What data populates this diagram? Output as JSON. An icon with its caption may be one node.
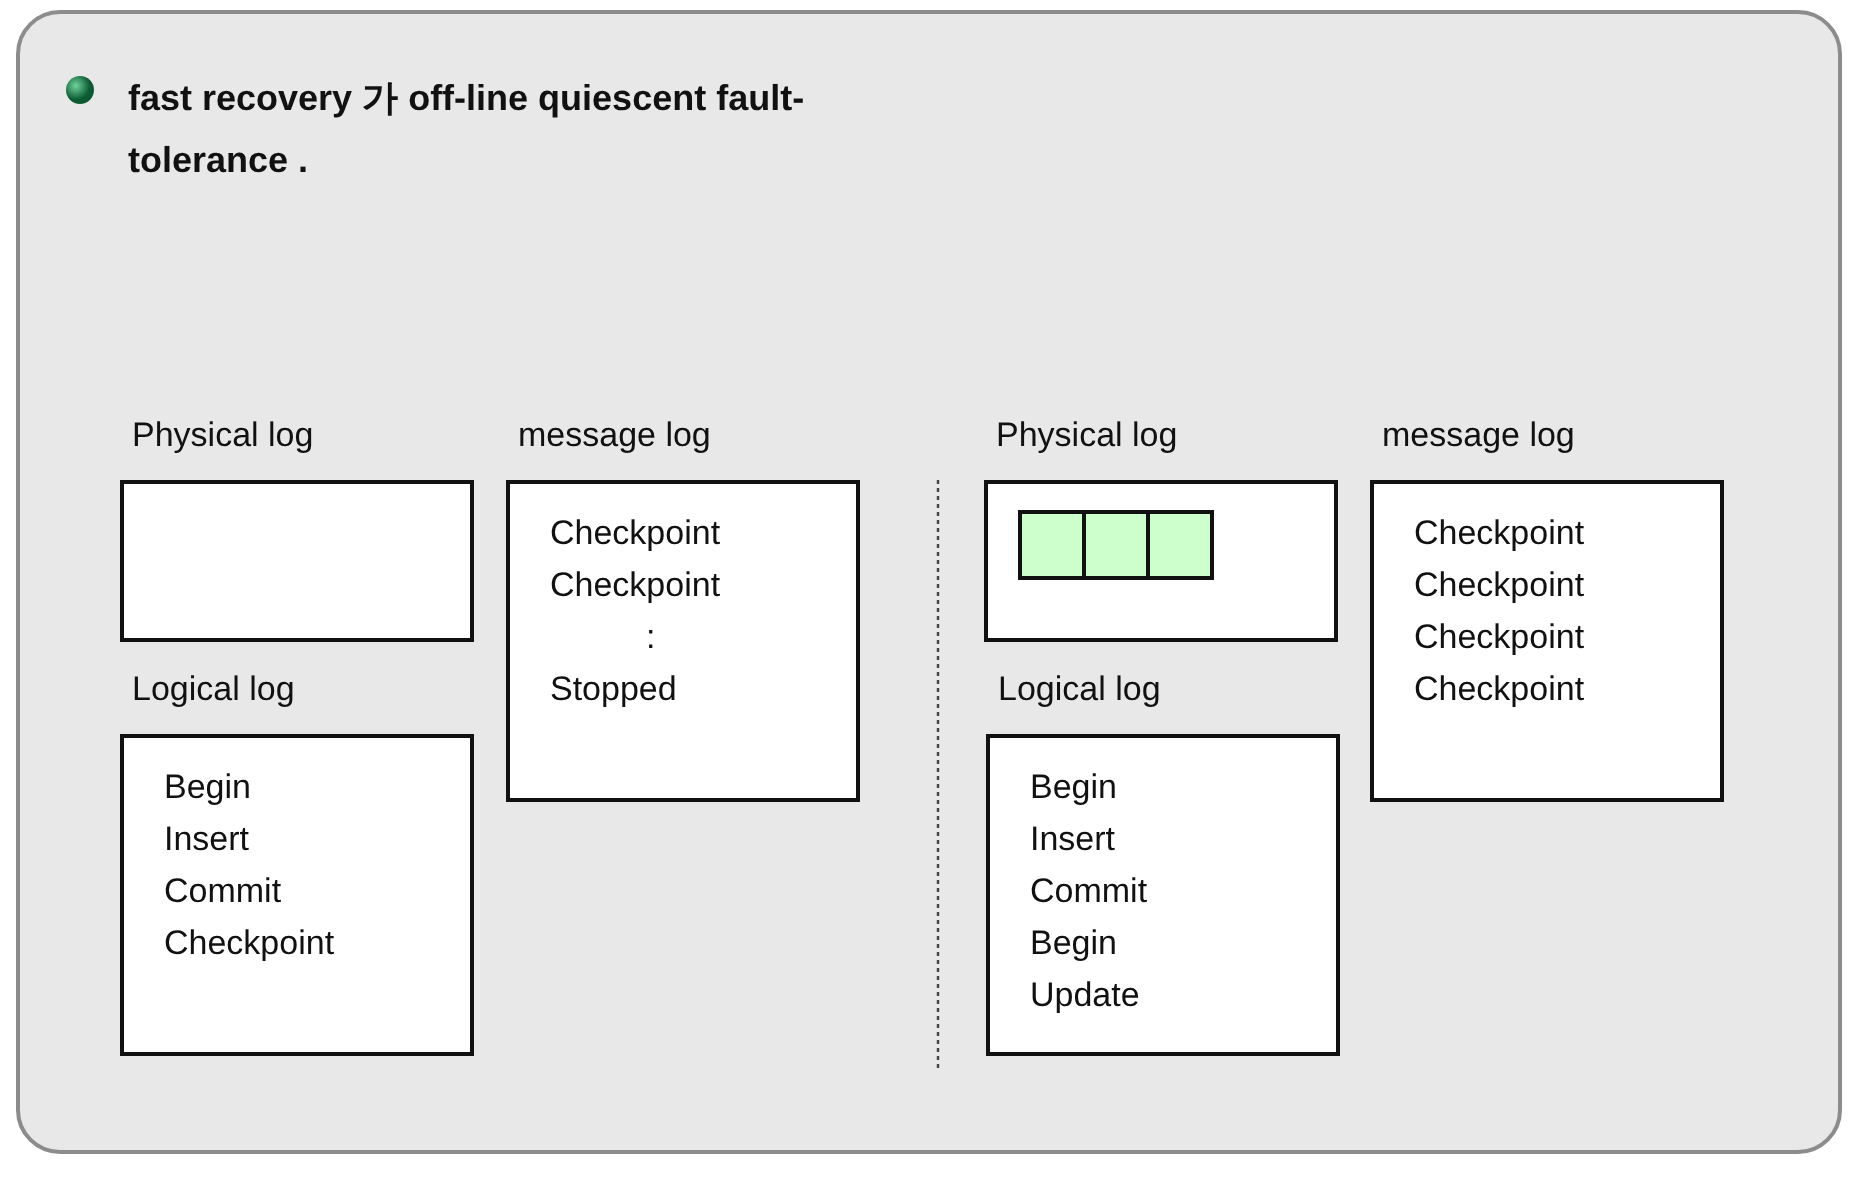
{
  "diagram": {
    "nodes": [
      {
        "text": [
          "fast recovery 가 off-line quiescent fault-tolerance ."
        ]
      },
      {
        "text": [
          "Physical log"
        ],
        "in": 0
      },
      {
        "text": [
          "message log",
          "Checkpoint",
          "Checkpoint",
          ":",
          "Stopped"
        ],
        "in": 0
      },
      {
        "text": [
          "Logical log",
          "Begin",
          "Insert",
          "Commit",
          "Checkpoint"
        ],
        "in": 0
      },
      {
        "text": [
          "Physical log"
        ],
        "in": 0
      },
      {
        "text": [],
        "shape": "box",
        "in": 4
      },
      {
        "text": [],
        "shape": "box",
        "in": 4
      },
      {
        "text": [],
        "shape": "box",
        "in": 4
      },
      {
        "text": [
          "message log",
          "Checkpoint",
          "Checkpoint",
          "Checkpoint",
          "Checkpoint"
        ],
        "in": 0
      },
      {
        "text": [
          "Logical log",
          "Begin",
          "Insert",
          "Commit",
          "Begin",
          "Update"
        ],
        "in": 0
      }
    ],
    "edges": []
  }
}
